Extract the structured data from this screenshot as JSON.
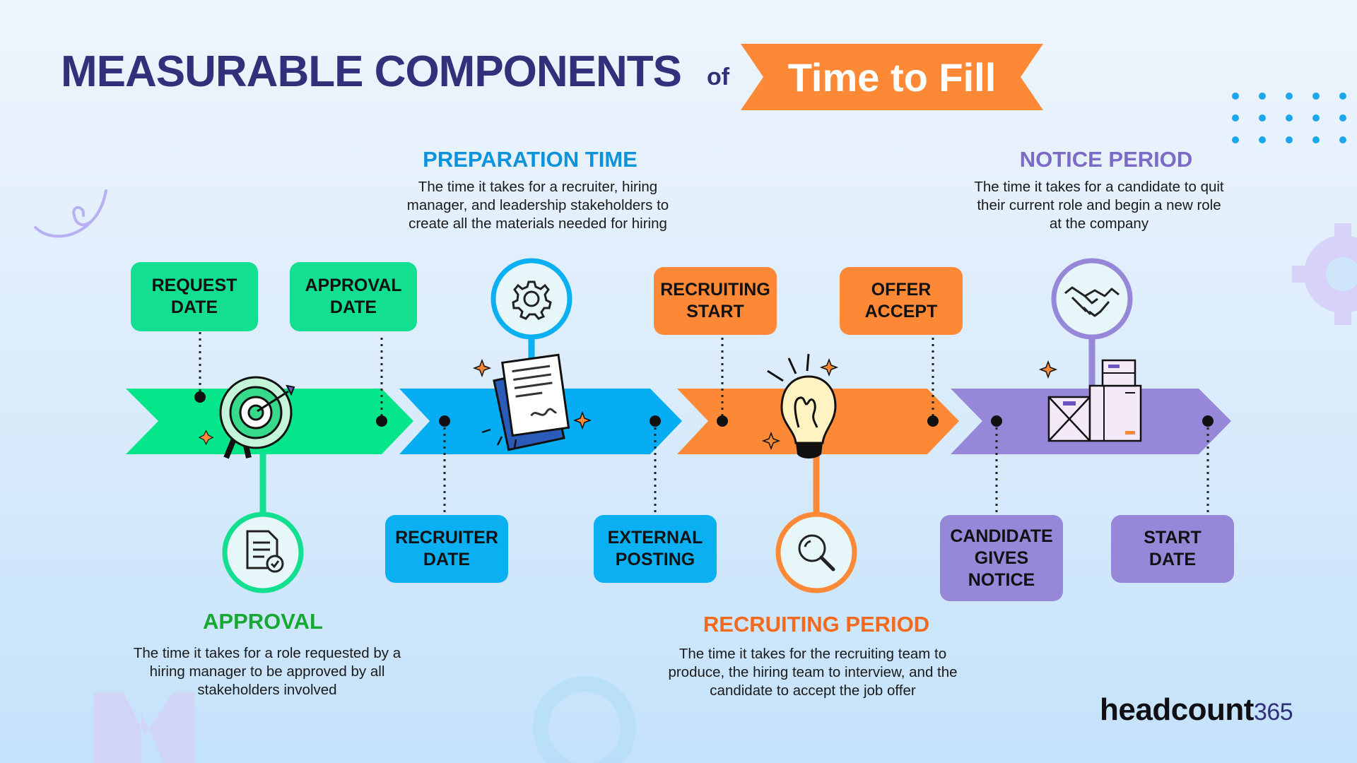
{
  "title": {
    "main": "MEASURABLE COMPONENTS",
    "connector": "of",
    "highlight": "Time to Fill"
  },
  "phases": [
    {
      "name": "APPROVAL",
      "description": "The time it takes for a role requested by a hiring manager to be approved by all stakeholders involved",
      "color": "#12df8f",
      "heading_color": "#17a834"
    },
    {
      "name": "PREPARATION TIME",
      "description": "The time it takes for a recruiter, hiring manager, and leadership stakeholders to create all the materials needed for hiring",
      "color": "#0ab0f2",
      "heading_color": "#0d93dc"
    },
    {
      "name": "RECRUITING PERIOD",
      "description": "The time it takes for the recruiting team to produce, the hiring team to interview, and the candidate to accept the job offer",
      "color": "#fd8936",
      "heading_color": "#f26a1e"
    },
    {
      "name": "NOTICE PERIOD",
      "description": "The time it takes for a candidate to quit their current role and begin a new role at the company",
      "color": "#9687d8",
      "heading_color": "#7b6bc6"
    }
  ],
  "milestones": {
    "request_date": "REQUEST DATE",
    "approval_date": "APPROVAL DATE",
    "recruiter_date": "RECRUITER DATE",
    "external_posting": "EXTERNAL POSTING",
    "recruiting_start": "RECRUITING START",
    "offer_accept": "OFFER ACCEPT",
    "candidate_gives_notice": "CANDIDATE GIVES NOTICE",
    "start_date": "START DATE"
  },
  "icons": [
    "target-icon",
    "checklist-document-icon",
    "gear-icon",
    "contract-document-icon",
    "lightbulb-icon",
    "magnifier-icon",
    "handshake-icon",
    "boxes-icon"
  ],
  "brand": {
    "name": "headcount",
    "suffix": "365"
  }
}
